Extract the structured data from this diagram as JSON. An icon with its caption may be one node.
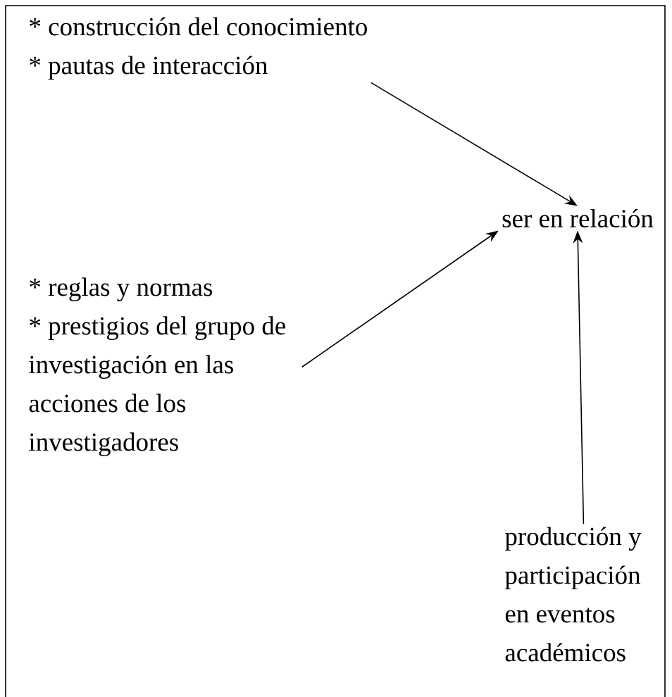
{
  "diagram": {
    "nodes": [
      {
        "text": [
          "* construcción del conocimiento",
          "* pautas de interacción"
        ]
      },
      {
        "text": [
          "ser en relación"
        ]
      },
      {
        "text": [
          "* reglas y normas",
          "* prestigios del grupo de investigación en las acciones de los investigadores"
        ]
      },
      {
        "text": [
          "producción y participación en eventos académicos"
        ]
      }
    ],
    "edges": [
      {
        "from": 0,
        "to": 1,
        "arrow": "to"
      },
      {
        "from": 2,
        "to": 1,
        "arrow": "to"
      },
      {
        "from": 3,
        "to": 1,
        "arrow": "to"
      }
    ]
  }
}
